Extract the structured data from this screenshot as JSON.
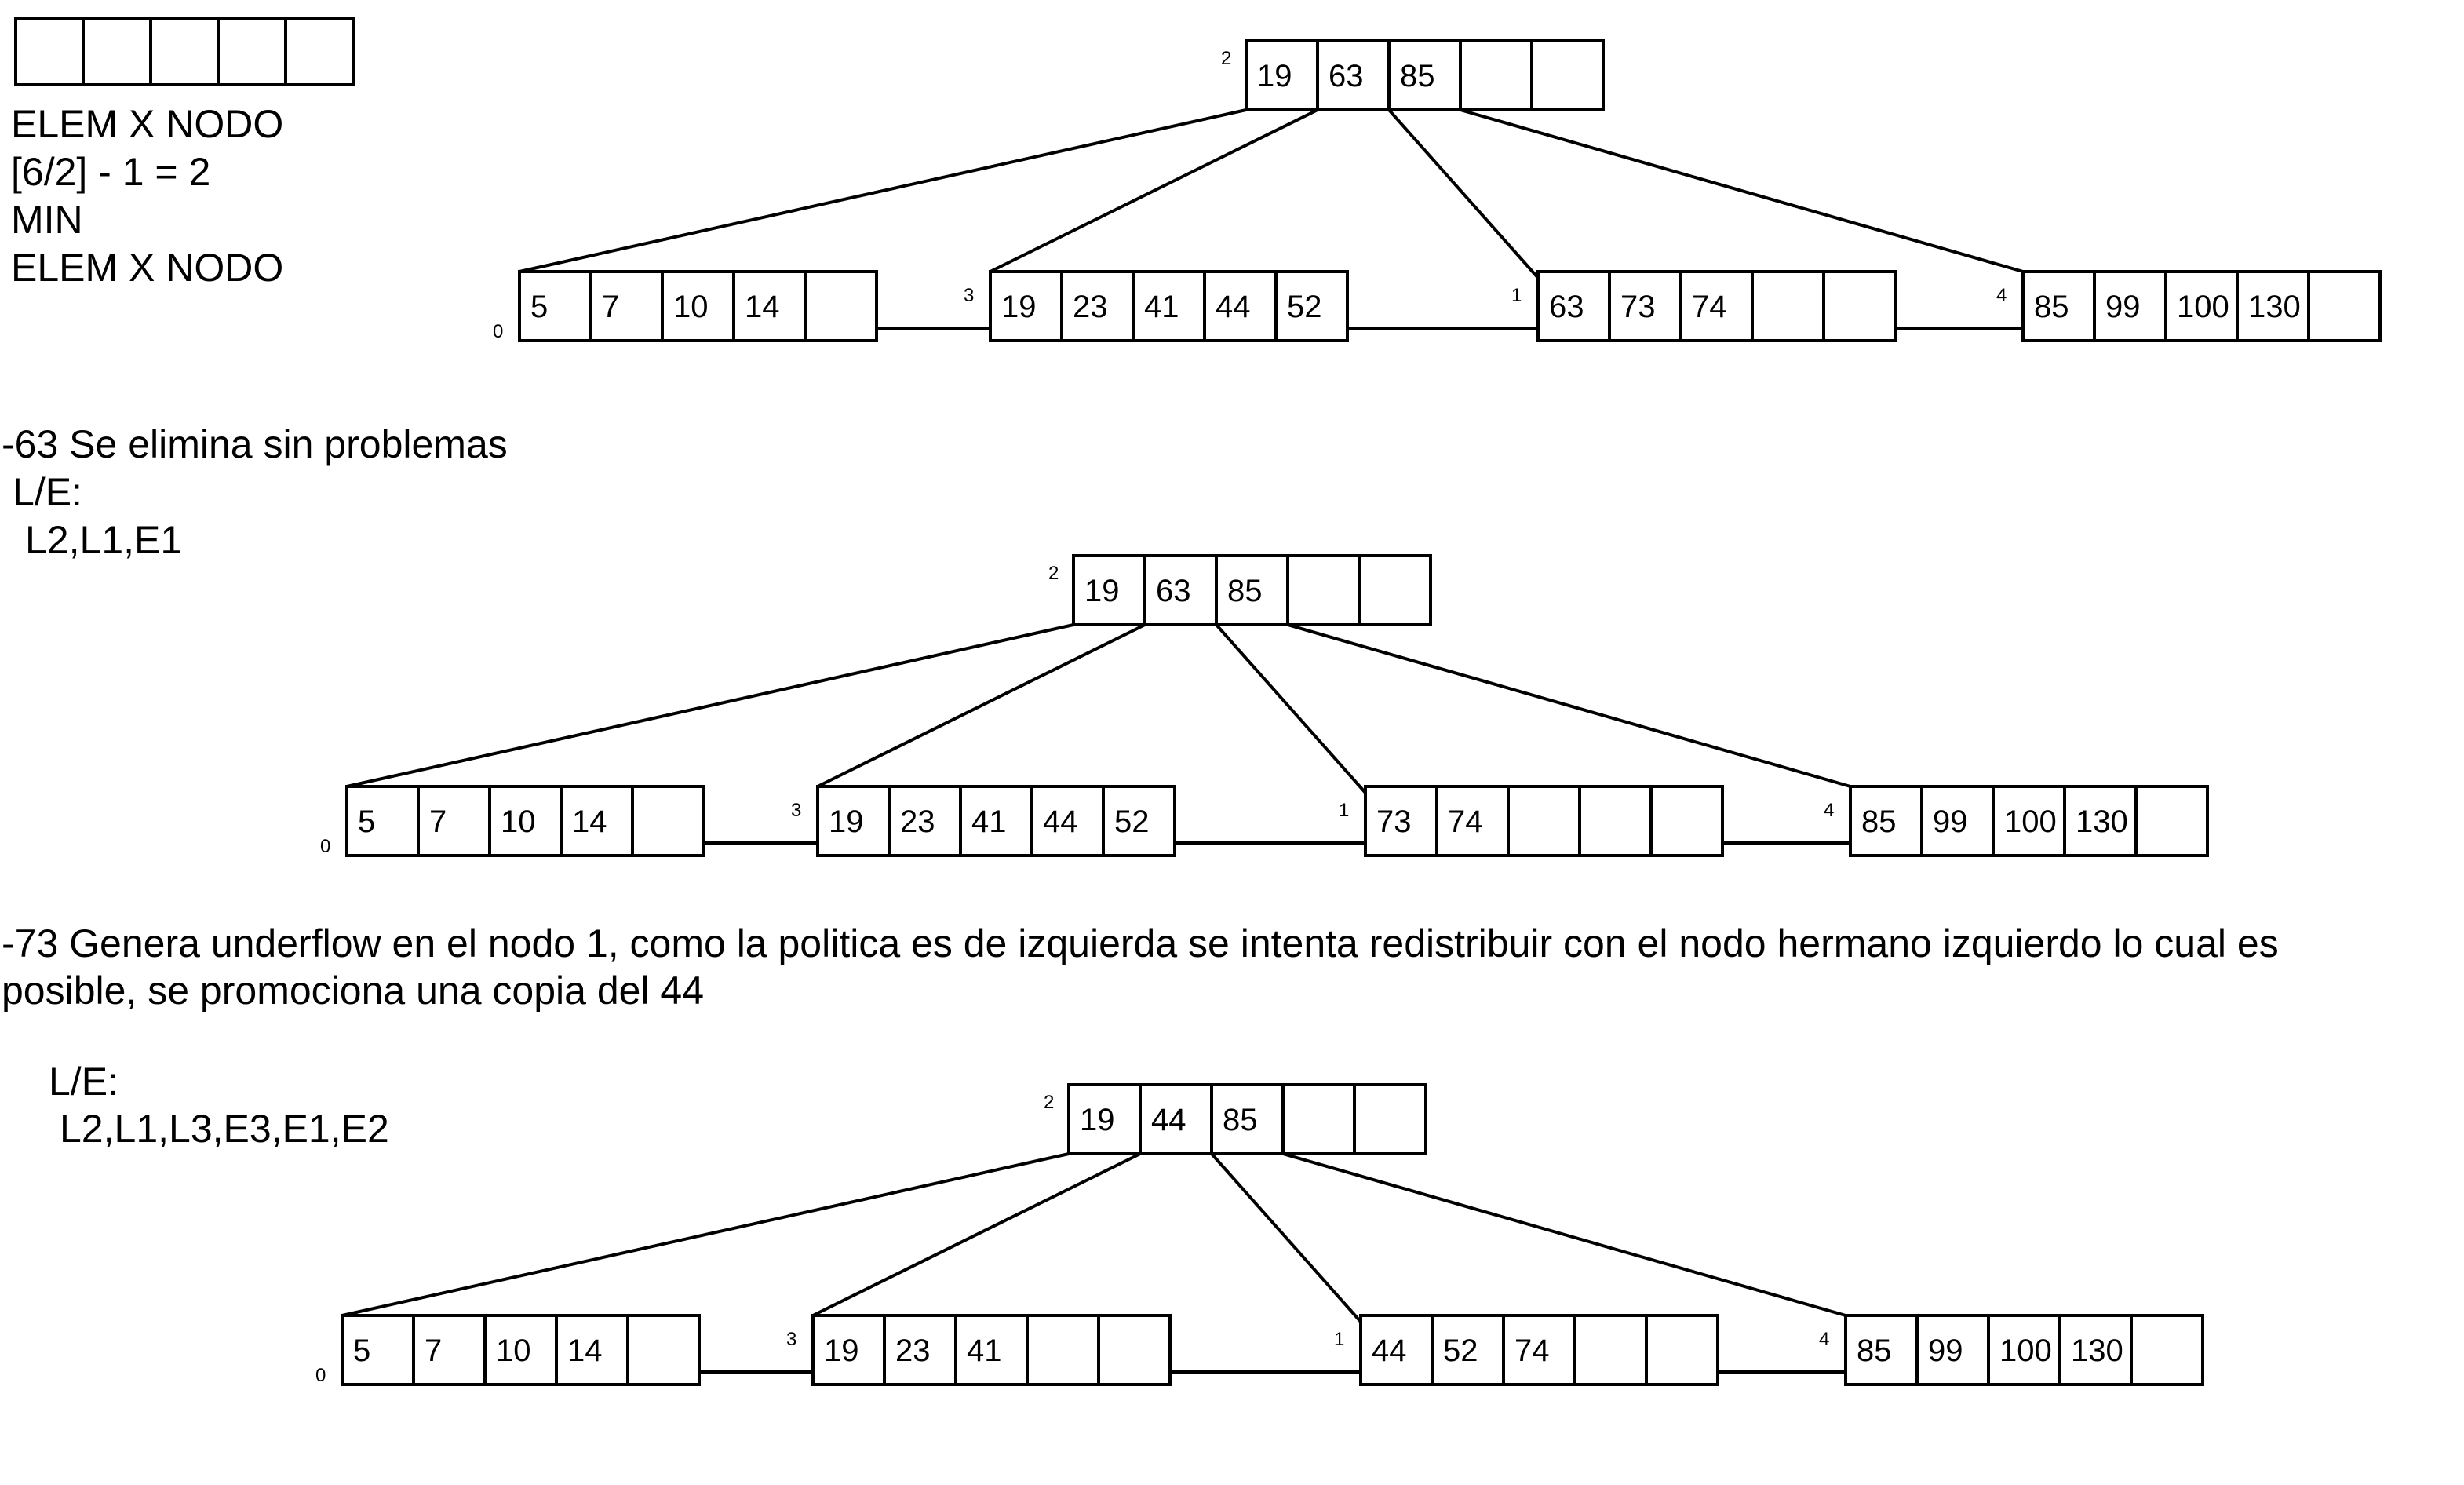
{
  "legend": {
    "lines": [
      "ELEM X NODO",
      "[6/2] - 1 = 2",
      "MIN",
      "ELEM X NODO"
    ]
  },
  "steps": [
    {
      "text": "-63 Se elimina sin problemas",
      "le_label": "L/E:",
      "le_value": "L2,L1,E1"
    },
    {
      "text_line1": "-73 Genera underflow en el nodo 1, como la politica es de izquierda se intenta redistribuir con el nodo hermano izquierdo lo cual es",
      "text_line2": "posible, se promociona una copia del 44",
      "le_label": "L/E:",
      "le_value": "L2,L1,L3,E3,E1,E2"
    }
  ],
  "trees": [
    {
      "root": {
        "id": "2",
        "keys": [
          "19",
          "63",
          "85",
          "",
          ""
        ]
      },
      "leaves": [
        {
          "id": "0",
          "keys": [
            "5",
            "7",
            "10",
            "14",
            ""
          ]
        },
        {
          "id": "3",
          "keys": [
            "19",
            "23",
            "41",
            "44",
            "52"
          ]
        },
        {
          "id": "1",
          "keys": [
            "63",
            "73",
            "74",
            "",
            ""
          ]
        },
        {
          "id": "4",
          "keys": [
            "85",
            "99",
            "100",
            "130",
            ""
          ]
        }
      ]
    },
    {
      "root": {
        "id": "2",
        "keys": [
          "19",
          "63",
          "85",
          "",
          ""
        ]
      },
      "leaves": [
        {
          "id": "0",
          "keys": [
            "5",
            "7",
            "10",
            "14",
            ""
          ]
        },
        {
          "id": "3",
          "keys": [
            "19",
            "23",
            "41",
            "44",
            "52"
          ]
        },
        {
          "id": "1",
          "keys": [
            "73",
            "74",
            "",
            "",
            ""
          ]
        },
        {
          "id": "4",
          "keys": [
            "85",
            "99",
            "100",
            "130",
            ""
          ]
        }
      ]
    },
    {
      "root": {
        "id": "2",
        "keys": [
          "19",
          "44",
          "85",
          "",
          ""
        ]
      },
      "leaves": [
        {
          "id": "0",
          "keys": [
            "5",
            "7",
            "10",
            "14",
            ""
          ]
        },
        {
          "id": "3",
          "keys": [
            "19",
            "23",
            "41",
            "",
            ""
          ]
        },
        {
          "id": "1",
          "keys": [
            "44",
            "52",
            "74",
            "",
            ""
          ]
        },
        {
          "id": "4",
          "keys": [
            "85",
            "99",
            "100",
            "130",
            ""
          ]
        }
      ]
    }
  ]
}
